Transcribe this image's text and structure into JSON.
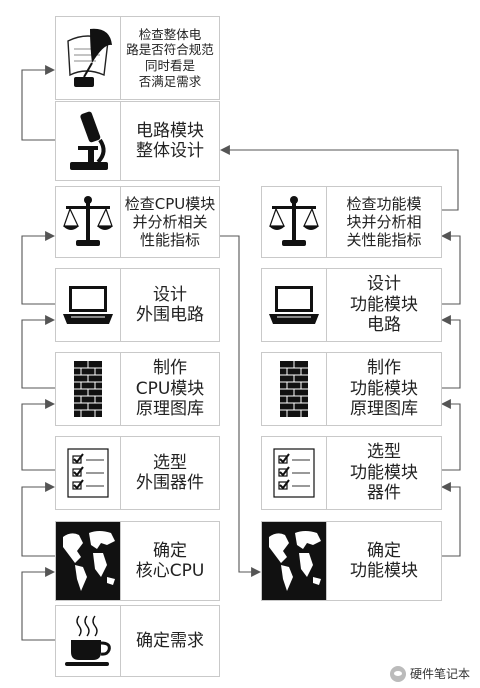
{
  "nodes": {
    "check_overall": {
      "label": "检查整体电\n路是否符合规范\n同时看是\n否满足需求",
      "icon": "quill-scroll-icon"
    },
    "design_overall": {
      "label": "电路模块\n整体设计",
      "icon": "microscope-icon"
    },
    "check_cpu": {
      "label": "检查CPU模块\n并分析相关\n性能指标",
      "icon": "scales-icon"
    },
    "design_periph": {
      "label": "设计\n外围电路",
      "icon": "laptop-icon"
    },
    "make_cpu_lib": {
      "label": "制作\nCPU模块\n原理图库",
      "icon": "brick-wall-icon"
    },
    "select_periph": {
      "label": "选型\n外围器件",
      "icon": "checklist-icon"
    },
    "confirm_cpu": {
      "label": "确定\n核心CPU",
      "icon": "world-map-icon"
    },
    "confirm_req": {
      "label": "确定需求",
      "icon": "coffee-cup-icon"
    },
    "check_func": {
      "label": "检查功能模\n块并分析相\n关性能指标",
      "icon": "scales-icon"
    },
    "design_func": {
      "label": "设计\n功能模块\n电路",
      "icon": "laptop-icon"
    },
    "make_func_lib": {
      "label": "制作\n功能模块\n原理图库",
      "icon": "brick-wall-icon"
    },
    "select_func": {
      "label": "选型\n功能模块\n器件",
      "icon": "checklist-icon"
    },
    "confirm_func": {
      "label": "确定\n功能模块",
      "icon": "world-map-icon"
    }
  },
  "watermark": "硬件笔记本",
  "colors": {
    "arrow": "#555555",
    "border": "#c9c9c9",
    "text": "#222222"
  }
}
